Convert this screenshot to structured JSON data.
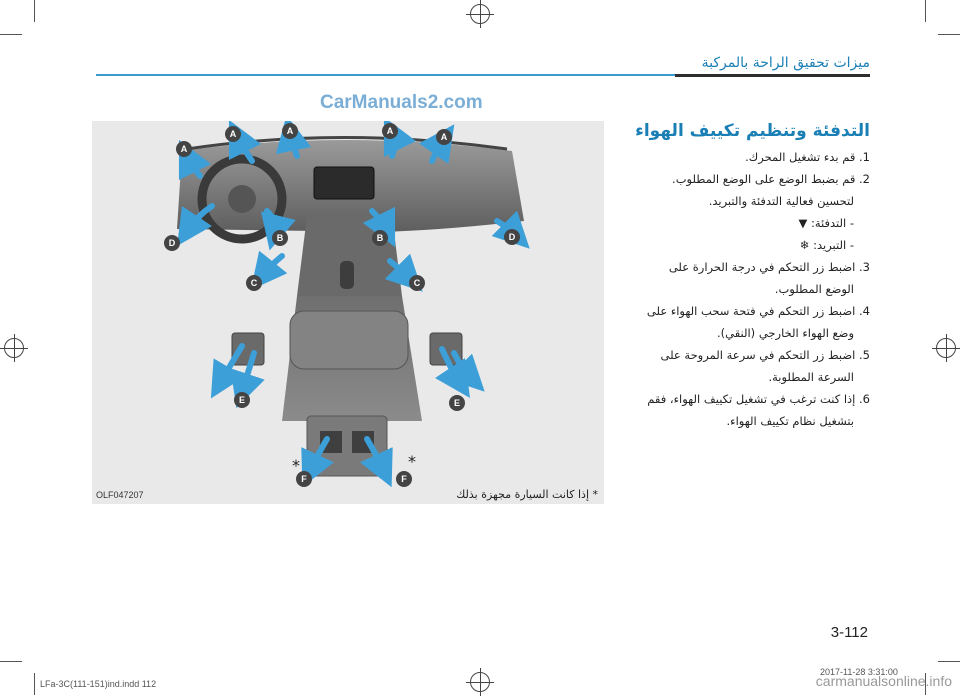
{
  "header": {
    "section_title": "ميزات تحقيق الراحة بالمركبة"
  },
  "watermark": "CarManuals2.com",
  "figure": {
    "code": "OLF047207",
    "note": "* إذا كانت السيارة مجهزة بذلك",
    "vent_labels": [
      "A",
      "A",
      "A",
      "A",
      "A",
      "B",
      "B",
      "C",
      "C",
      "D",
      "D",
      "E",
      "E",
      "F",
      "F"
    ],
    "asterisks": [
      "*",
      "*"
    ],
    "colors": {
      "arrow": "#3d9fd8",
      "label_circle": "#444444"
    }
  },
  "instructions": {
    "heading": "التدفئة وتنظيم تكييف الهواء",
    "steps": [
      "1. قم بدء تشغيل المحرك.",
      "2. قم بضبط الوضع على الوضع المطلوب.",
      "لتحسين فعالية التدفئة والتبريد.",
      "- التدفئة:",
      "- التبريد:",
      "3. اضبط زر التحكم في درجة الحرارة على",
      "الوضع المطلوب.",
      "4. اضبط زر التحكم في فتحة سحب الهواء على",
      "وضع الهواء الخارجي (النقي).",
      "5. اضبط زر التحكم في سرعة المروحة على",
      "السرعة المطلوبة.",
      "6. إذا كنت ترغب في تشغيل تكييف الهواء، فقم",
      "بتشغيل نظام تكييف الهواء."
    ],
    "icons": [
      "feet-heat-icon",
      "face-cool-icon"
    ]
  },
  "page": {
    "number": "3-112"
  },
  "footer": {
    "file": "LFa-3C(111-151)ind.indd   112",
    "date": "2017-11-28   3:31:00",
    "site": "carmanualsonline.info"
  }
}
